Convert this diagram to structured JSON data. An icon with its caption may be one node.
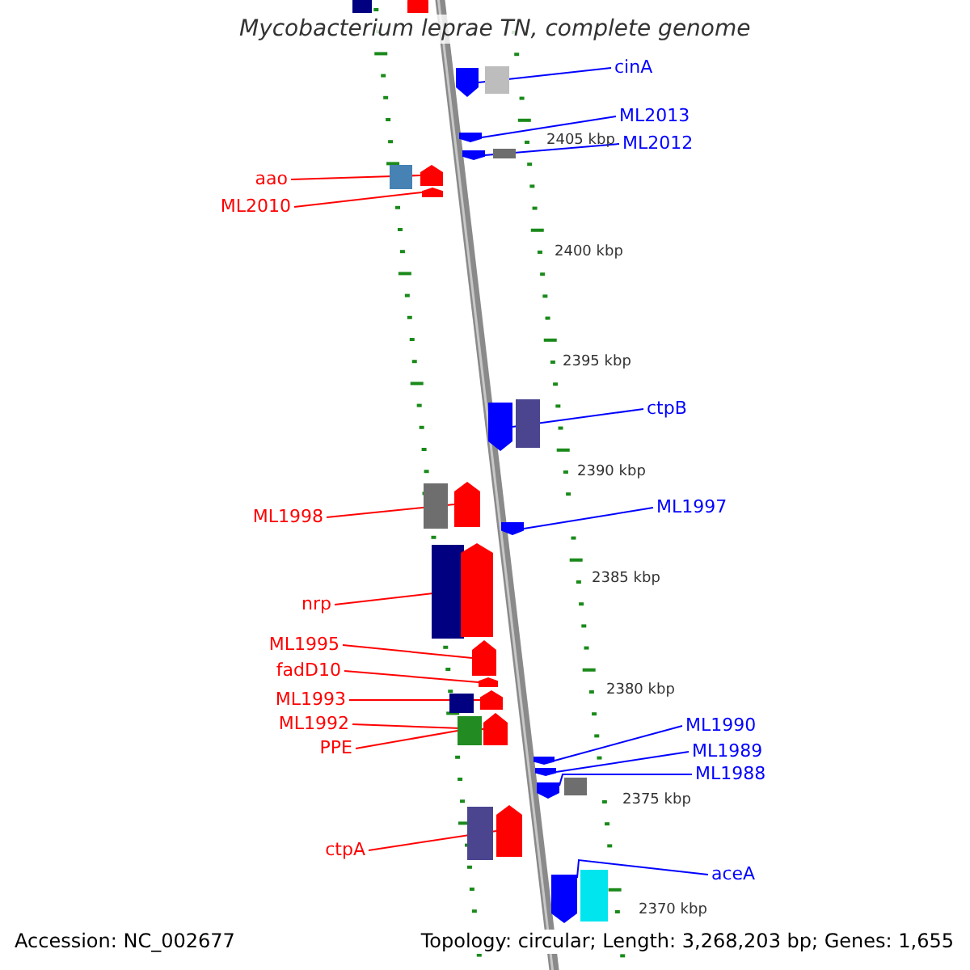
{
  "diagram": {
    "title": "Mycobacterium leprae TN, complete genome",
    "nodes": [
      {
        "text": [
          "cinA"
        ]
      },
      {
        "text": [
          "ML2013"
        ]
      },
      {
        "text": [
          "ML2012"
        ]
      },
      {
        "text": [
          "aao"
        ]
      },
      {
        "text": [
          "ML2010"
        ]
      },
      {
        "text": [
          "ctpB"
        ]
      },
      {
        "text": [
          "ML1997"
        ]
      },
      {
        "text": [
          "ML1998"
        ]
      },
      {
        "text": [
          "nrp"
        ]
      },
      {
        "text": [
          "ML1995"
        ]
      },
      {
        "text": [
          "fadD10"
        ]
      },
      {
        "text": [
          "ML1993"
        ]
      },
      {
        "text": [
          "ML1992"
        ]
      },
      {
        "text": [
          "ML1990"
        ]
      },
      {
        "text": [
          "PPE"
        ]
      },
      {
        "text": [
          "ML1989"
        ]
      },
      {
        "text": [
          "ML1988"
        ]
      },
      {
        "text": [
          "ctpA"
        ]
      },
      {
        "text": [
          "aceA"
        ]
      },
      {
        "text": [],
        "shape": "bar"
      },
      {
        "text": [],
        "shape": "bar"
      },
      {
        "text": [],
        "shape": "bar"
      },
      {
        "text": [],
        "shape": "bar"
      },
      {
        "text": [],
        "shape": "bar"
      },
      {
        "text": [],
        "shape": "bar"
      },
      {
        "text": [],
        "shape": "bar"
      },
      {
        "text": [],
        "shape": "bar"
      },
      {
        "text": [],
        "shape": "bar"
      },
      {
        "text": [],
        "shape": "bar"
      },
      {
        "text": [],
        "shape": "bar"
      },
      {
        "text": [],
        "shape": "bar"
      },
      {
        "text": [],
        "shape": "bar"
      },
      {
        "text": [],
        "shape": "bar"
      },
      {
        "text": [],
        "shape": "bar"
      },
      {
        "text": [],
        "shape": "bar"
      },
      {
        "text": [],
        "shape": "bar"
      },
      {
        "text": [],
        "shape": "bar"
      },
      {
        "text": [],
        "shape": "bar"
      },
      {
        "text": [],
        "shape": "bar"
      },
      {
        "text": [],
        "shape": "bar"
      },
      {
        "text": [],
        "shape": "bar"
      },
      {
        "text": [],
        "shape": "bar"
      },
      {
        "text": [],
        "shape": "bar"
      },
      {
        "text": [],
        "shape": "bar"
      },
      {
        "text": [],
        "shape": "bar"
      },
      {
        "text": [],
        "shape": "bar"
      },
      {
        "text": [],
        "shape": "bar"
      },
      {
        "text": [],
        "shape": "bar"
      },
      {
        "text": [],
        "shape": "bar"
      },
      {
        "text": [],
        "shape": "bar"
      }
    ],
    "edges": [
      {
        "from": 0,
        "to": 21,
        "arrow": "none",
        "color": "#0000ff"
      },
      {
        "from": 1,
        "to": 23,
        "arrow": "none",
        "color": "#0000ff"
      },
      {
        "from": 2,
        "to": 24,
        "arrow": "none",
        "color": "#0000ff"
      },
      {
        "from": 3,
        "to": 27,
        "arrow": "none",
        "color": "#ff0000"
      },
      {
        "from": 4,
        "to": 28,
        "arrow": "none",
        "color": "#ff0000"
      },
      {
        "from": 5,
        "to": 29,
        "arrow": "none",
        "color": "#0000ff"
      },
      {
        "from": 6,
        "to": 33,
        "arrow": "none",
        "color": "#0000ff"
      },
      {
        "from": 7,
        "to": 32,
        "arrow": "none",
        "color": "#ff0000"
      },
      {
        "from": 8,
        "to": 35,
        "arrow": "none",
        "color": "#ff0000"
      },
      {
        "from": 9,
        "to": 36,
        "arrow": "none",
        "color": "#ff0000"
      },
      {
        "from": 10,
        "to": 37,
        "arrow": "none",
        "color": "#ff0000"
      },
      {
        "from": 11,
        "to": 38,
        "arrow": "none",
        "color": "#ff0000"
      },
      {
        "from": 12,
        "to": 41,
        "arrow": "none",
        "color": "#ff0000"
      },
      {
        "from": 13,
        "to": 42,
        "arrow": "none",
        "color": "#0000ff"
      },
      {
        "from": 14,
        "to": 40,
        "arrow": "none",
        "color": "#ff0000"
      },
      {
        "from": 15,
        "to": 43,
        "arrow": "none",
        "color": "#0000ff"
      },
      {
        "from": 16,
        "to": 44,
        "arrow": "none",
        "color": "#0000ff"
      },
      {
        "from": 17,
        "to": 47,
        "arrow": "none",
        "color": "#ff0000"
      },
      {
        "from": 18,
        "to": 48,
        "arrow": "none",
        "color": "#0000ff"
      }
    ],
    "labels": [
      "2405 kbp",
      "2400 kbp",
      "2395 kbp",
      "2390 kbp",
      "2385 kbp",
      "2380 kbp",
      "2375 kbp",
      "2370 kbp",
      "Accession: NC_002677",
      "Topology: circular; Length: 3,268,203 bp; Genes: 1,655"
    ]
  }
}
